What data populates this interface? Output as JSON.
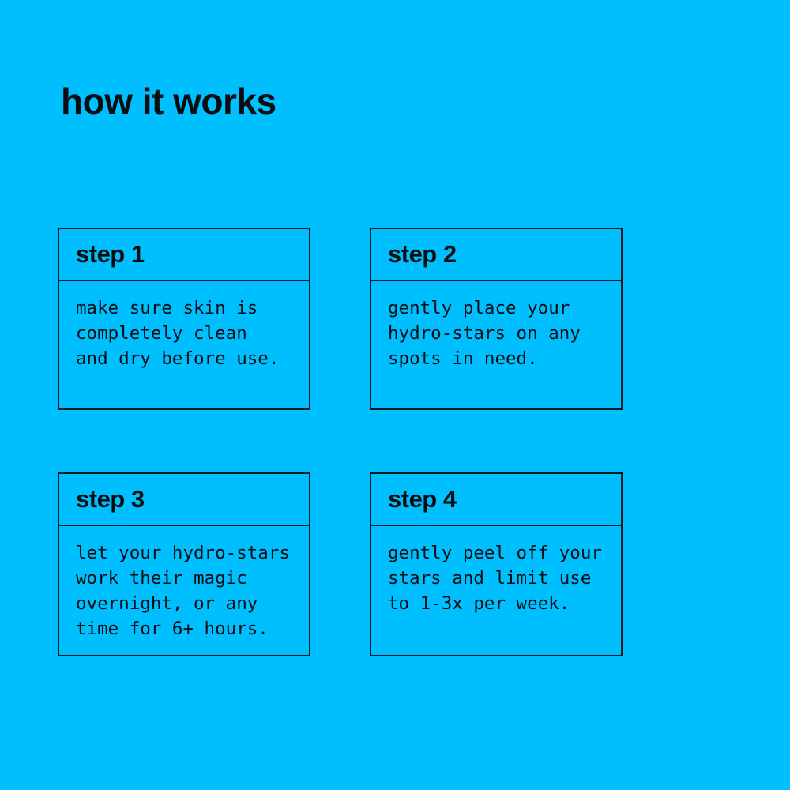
{
  "page": {
    "title": "how it works",
    "background_color": "#00bfff",
    "border_color": "#0e1a22",
    "text_color": "#0b0e11"
  },
  "steps": [
    {
      "label": "step 1",
      "description": "make sure skin is\ncompletely clean\nand dry before use."
    },
    {
      "label": "step 2",
      "description": "gently place your\nhydro-stars on any\nspots in need."
    },
    {
      "label": "step 3",
      "description": "let your hydro-stars\nwork their magic\novernight, or any\ntime for 6+ hours."
    },
    {
      "label": "step 4",
      "description": "gently peel off your\nstars and limit use\nto 1-3x per week."
    }
  ]
}
